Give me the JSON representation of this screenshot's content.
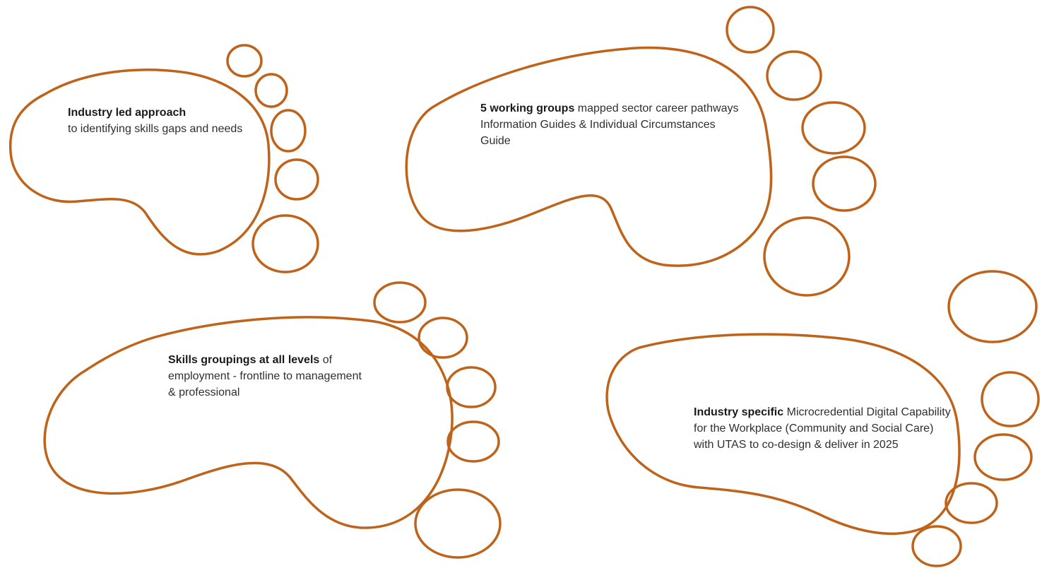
{
  "title": "",
  "footprints": [
    {
      "bold": "Industry led approach",
      "text": "to identifying skills gaps and needs"
    },
    {
      "bold": "5 working groups",
      "text": "mapped sector career pathways Information Guides & Individual Circumstances Guide"
    },
    {
      "bold": "Skills groupings  at all levels",
      "text": "of employment - frontline to management & professional"
    },
    {
      "bold": "Industry specific",
      "text": "Microcredential Digital Capability for the Workplace (Community and Social Care) with UTAS to co-design & deliver in 2025"
    }
  ],
  "colors": {
    "outline": "#c0631a",
    "text": "#2f2f2f",
    "background": "#ffffff"
  }
}
